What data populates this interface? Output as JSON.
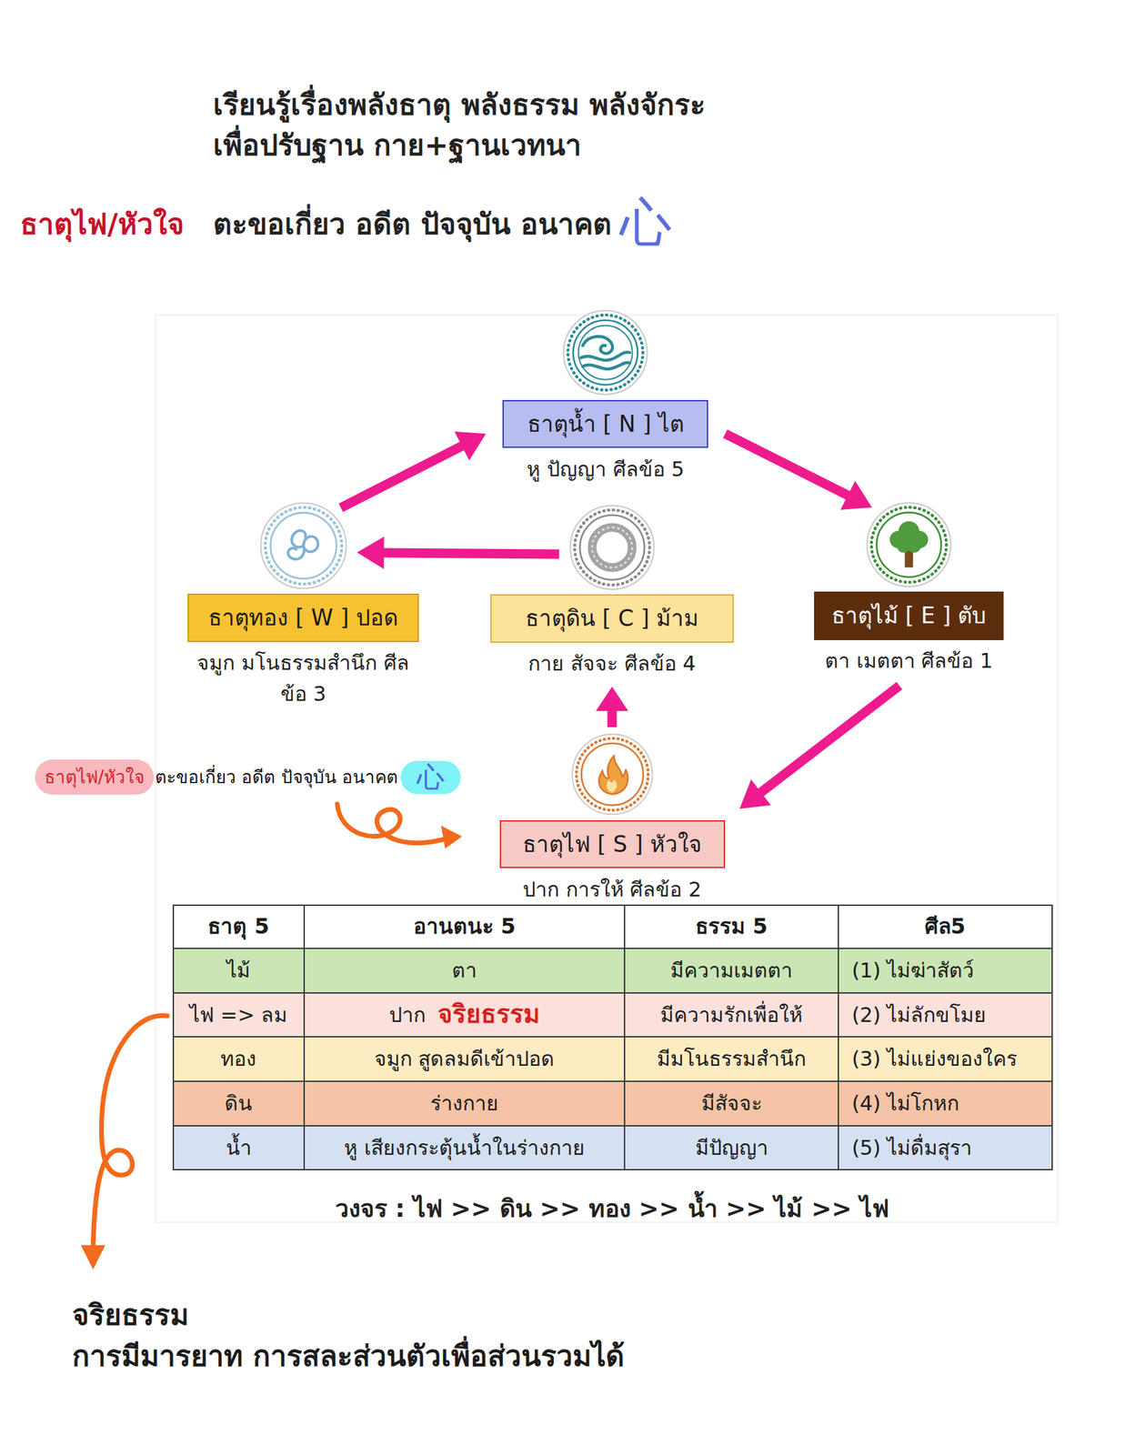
{
  "diagram": {
    "title": "เรียนรู้เรื่องพลังธาตุ พลังธรรม พลังจักระ",
    "nodes": [
      {
        "text": [
          "ธาตุน้ำ [ N ] ไต",
          "หู ปัญญา ศีลข้อ 5"
        ]
      },
      {
        "text": [
          "ธาตุทอง [ W ] ปอด",
          "จมูก มโนธรรมสำนึก ศีลข้อ 3"
        ]
      },
      {
        "text": [
          "ธาตุดิน [ C ] ม้าม",
          "กาย สัจจะ ศีลข้อ 4"
        ]
      },
      {
        "text": [
          "ธาตุไม้ [ E ] ตับ",
          "ตา เมตตา ศีลข้อ 1"
        ]
      },
      {
        "text": [
          "ธาตุไฟ/หัวใจ"
        ]
      },
      {
        "text": [
          "心"
        ]
      },
      {
        "text": [
          "ธาตุไฟ [ S ] หัวใจ",
          "ปาก การให้ ศีลข้อ 2"
        ]
      }
    ],
    "edges": [
      {
        "from": 6,
        "to": 2,
        "arrow": "to"
      },
      {
        "from": 2,
        "to": 1,
        "arrow": "to"
      },
      {
        "from": 1,
        "to": 0,
        "arrow": "to"
      },
      {
        "from": 0,
        "to": 3,
        "arrow": "to"
      },
      {
        "from": 3,
        "to": 6,
        "arrow": "to"
      }
    ],
    "labels": [
      "เพื่อปรับฐาน กาย+ฐานเวทนา",
      "ธาตุไฟ/หัวใจ",
      "ตะขอเกี่ยว อดีต ปัจจุบัน อนาคต",
      "心",
      "ตะขอเกี่ยว อดีต ปัจจุบัน อนาคต",
      "ธาตุ 5",
      "อานตนะ 5",
      "ธรรม 5",
      "ศีล5",
      "ไม้",
      "ตา",
      "มีความเมตตา",
      "(1) ไม่ฆ่าสัตว์",
      "ไฟ => ลม",
      "ปาก",
      "จริยธรรม",
      "มีความรักเพื่อให้",
      "(2) ไม่ลักขโมย",
      "ทอง",
      "จมูก สูดลมดีเข้าปอด",
      "มีมโนธรรมสำนึก",
      "(3) ไม่แย่งของใคร",
      "ดิน",
      "ร่างกาย",
      "มีสัจจะ",
      "(4) ไม่โกหก",
      "น้ำ",
      "หู เสียงกระตุ้นน้ำในร่างกาย",
      "มีปัญญา",
      "(5) ไม่ดื่มสุรา",
      "วงจร : ไฟ >> ดิน >> ทอง >> น้ำ >> ไม้ >> ไฟ",
      "จริยธรรม",
      "การมีมารยาท การสละส่วนตัวเพื่อส่วนรวมได้"
    ]
  }
}
